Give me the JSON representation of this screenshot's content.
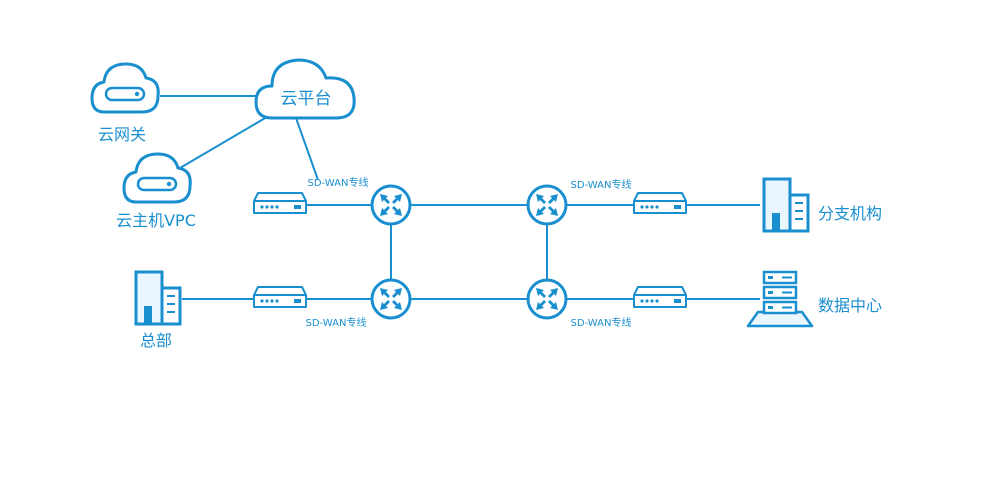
{
  "nodes": {
    "cloud_platform": "云平台",
    "cloud_gateway": "云网关",
    "cloud_host_vpc": "云主机VPC",
    "headquarters": "总部",
    "branch": "分支机构",
    "data_center": "数据中心"
  },
  "links": {
    "sdwan_top_left": "SD-WAN专线",
    "sdwan_top_right": "SD-WAN专线",
    "sdwan_bottom_left": "SD-WAN专线",
    "sdwan_bottom_right": "SD-WAN专线"
  },
  "colors": {
    "accent": "#1a8fd0",
    "light_fill": "#e9f6fd"
  },
  "icons": [
    "cloud-icon",
    "router-icon",
    "sdwan-device-icon",
    "building-icon",
    "server-rack-icon"
  ]
}
